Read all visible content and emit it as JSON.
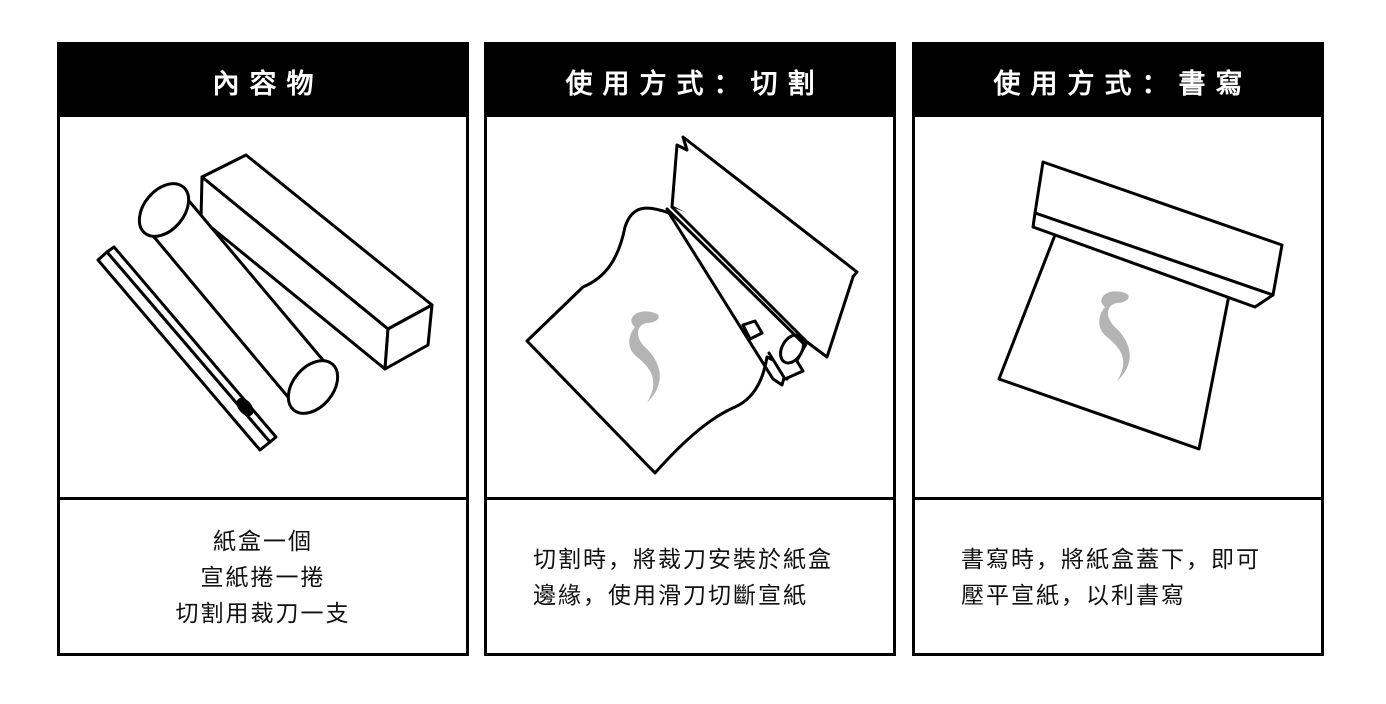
{
  "colors": {
    "stroke": "#000000",
    "header_bg": "#000000",
    "header_text": "#ffffff",
    "logo_gray": "#b4b4b4"
  },
  "panels": [
    {
      "title": "內容物",
      "caption": [
        "紙盒一個",
        "宣紙捲一捲",
        "切割用裁刀一支"
      ],
      "illustration_icon": "box-roll-blade-icon"
    },
    {
      "title": "使用方式：切割",
      "caption": [
        "切割時，將裁刀安裝於紙盒",
        "邊緣，使用滑刀切斷宣紙"
      ],
      "illustration_icon": "cutting-paper-icon"
    },
    {
      "title": "使用方式：書寫",
      "caption": [
        "書寫時，將紙盒蓋下，即可",
        "壓平宣紙，以利書寫"
      ],
      "illustration_icon": "writing-paper-icon"
    }
  ]
}
